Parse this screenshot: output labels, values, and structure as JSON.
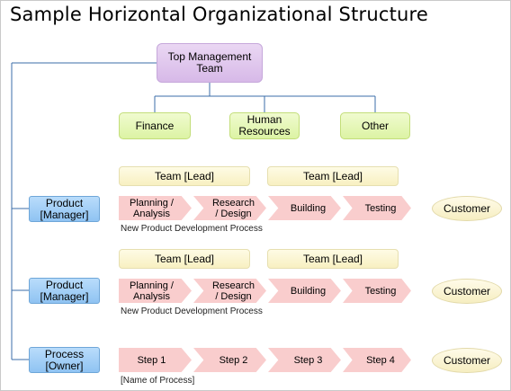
{
  "title": "Sample Horizontal Organizational Structure",
  "top_management": "Top Management\nTeam",
  "departments": [
    "Finance",
    "Human\nResources",
    "Other"
  ],
  "rows": [
    {
      "role": "Product\n[Manager]",
      "teams": [
        "Team [Lead]",
        "Team [Lead]"
      ],
      "stages": [
        "Planning /\nAnalysis",
        "Research\n/ Design",
        "Building",
        "Testing"
      ],
      "customer": "Customer",
      "caption": "New Product Development Process"
    },
    {
      "role": "Product\n[Manager]",
      "teams": [
        "Team [Lead]",
        "Team [Lead]"
      ],
      "stages": [
        "Planning /\nAnalysis",
        "Research\n/ Design",
        "Building",
        "Testing"
      ],
      "customer": "Customer",
      "caption": "New Product Development Process"
    },
    {
      "role": "Process\n[Owner]",
      "teams": [],
      "stages": [
        "Step 1",
        "Step 2",
        "Step 3",
        "Step 4"
      ],
      "customer": "Customer",
      "caption": "[Name of Process]"
    }
  ],
  "colors": {
    "connector": "#3b6ea8",
    "top_box": "#d7b9e8",
    "department": "#dcf3a4",
    "role": "#8fc3f2",
    "team": "#f8f0c1",
    "stage": "#f9cdcd",
    "customer": "#f6eec1"
  }
}
